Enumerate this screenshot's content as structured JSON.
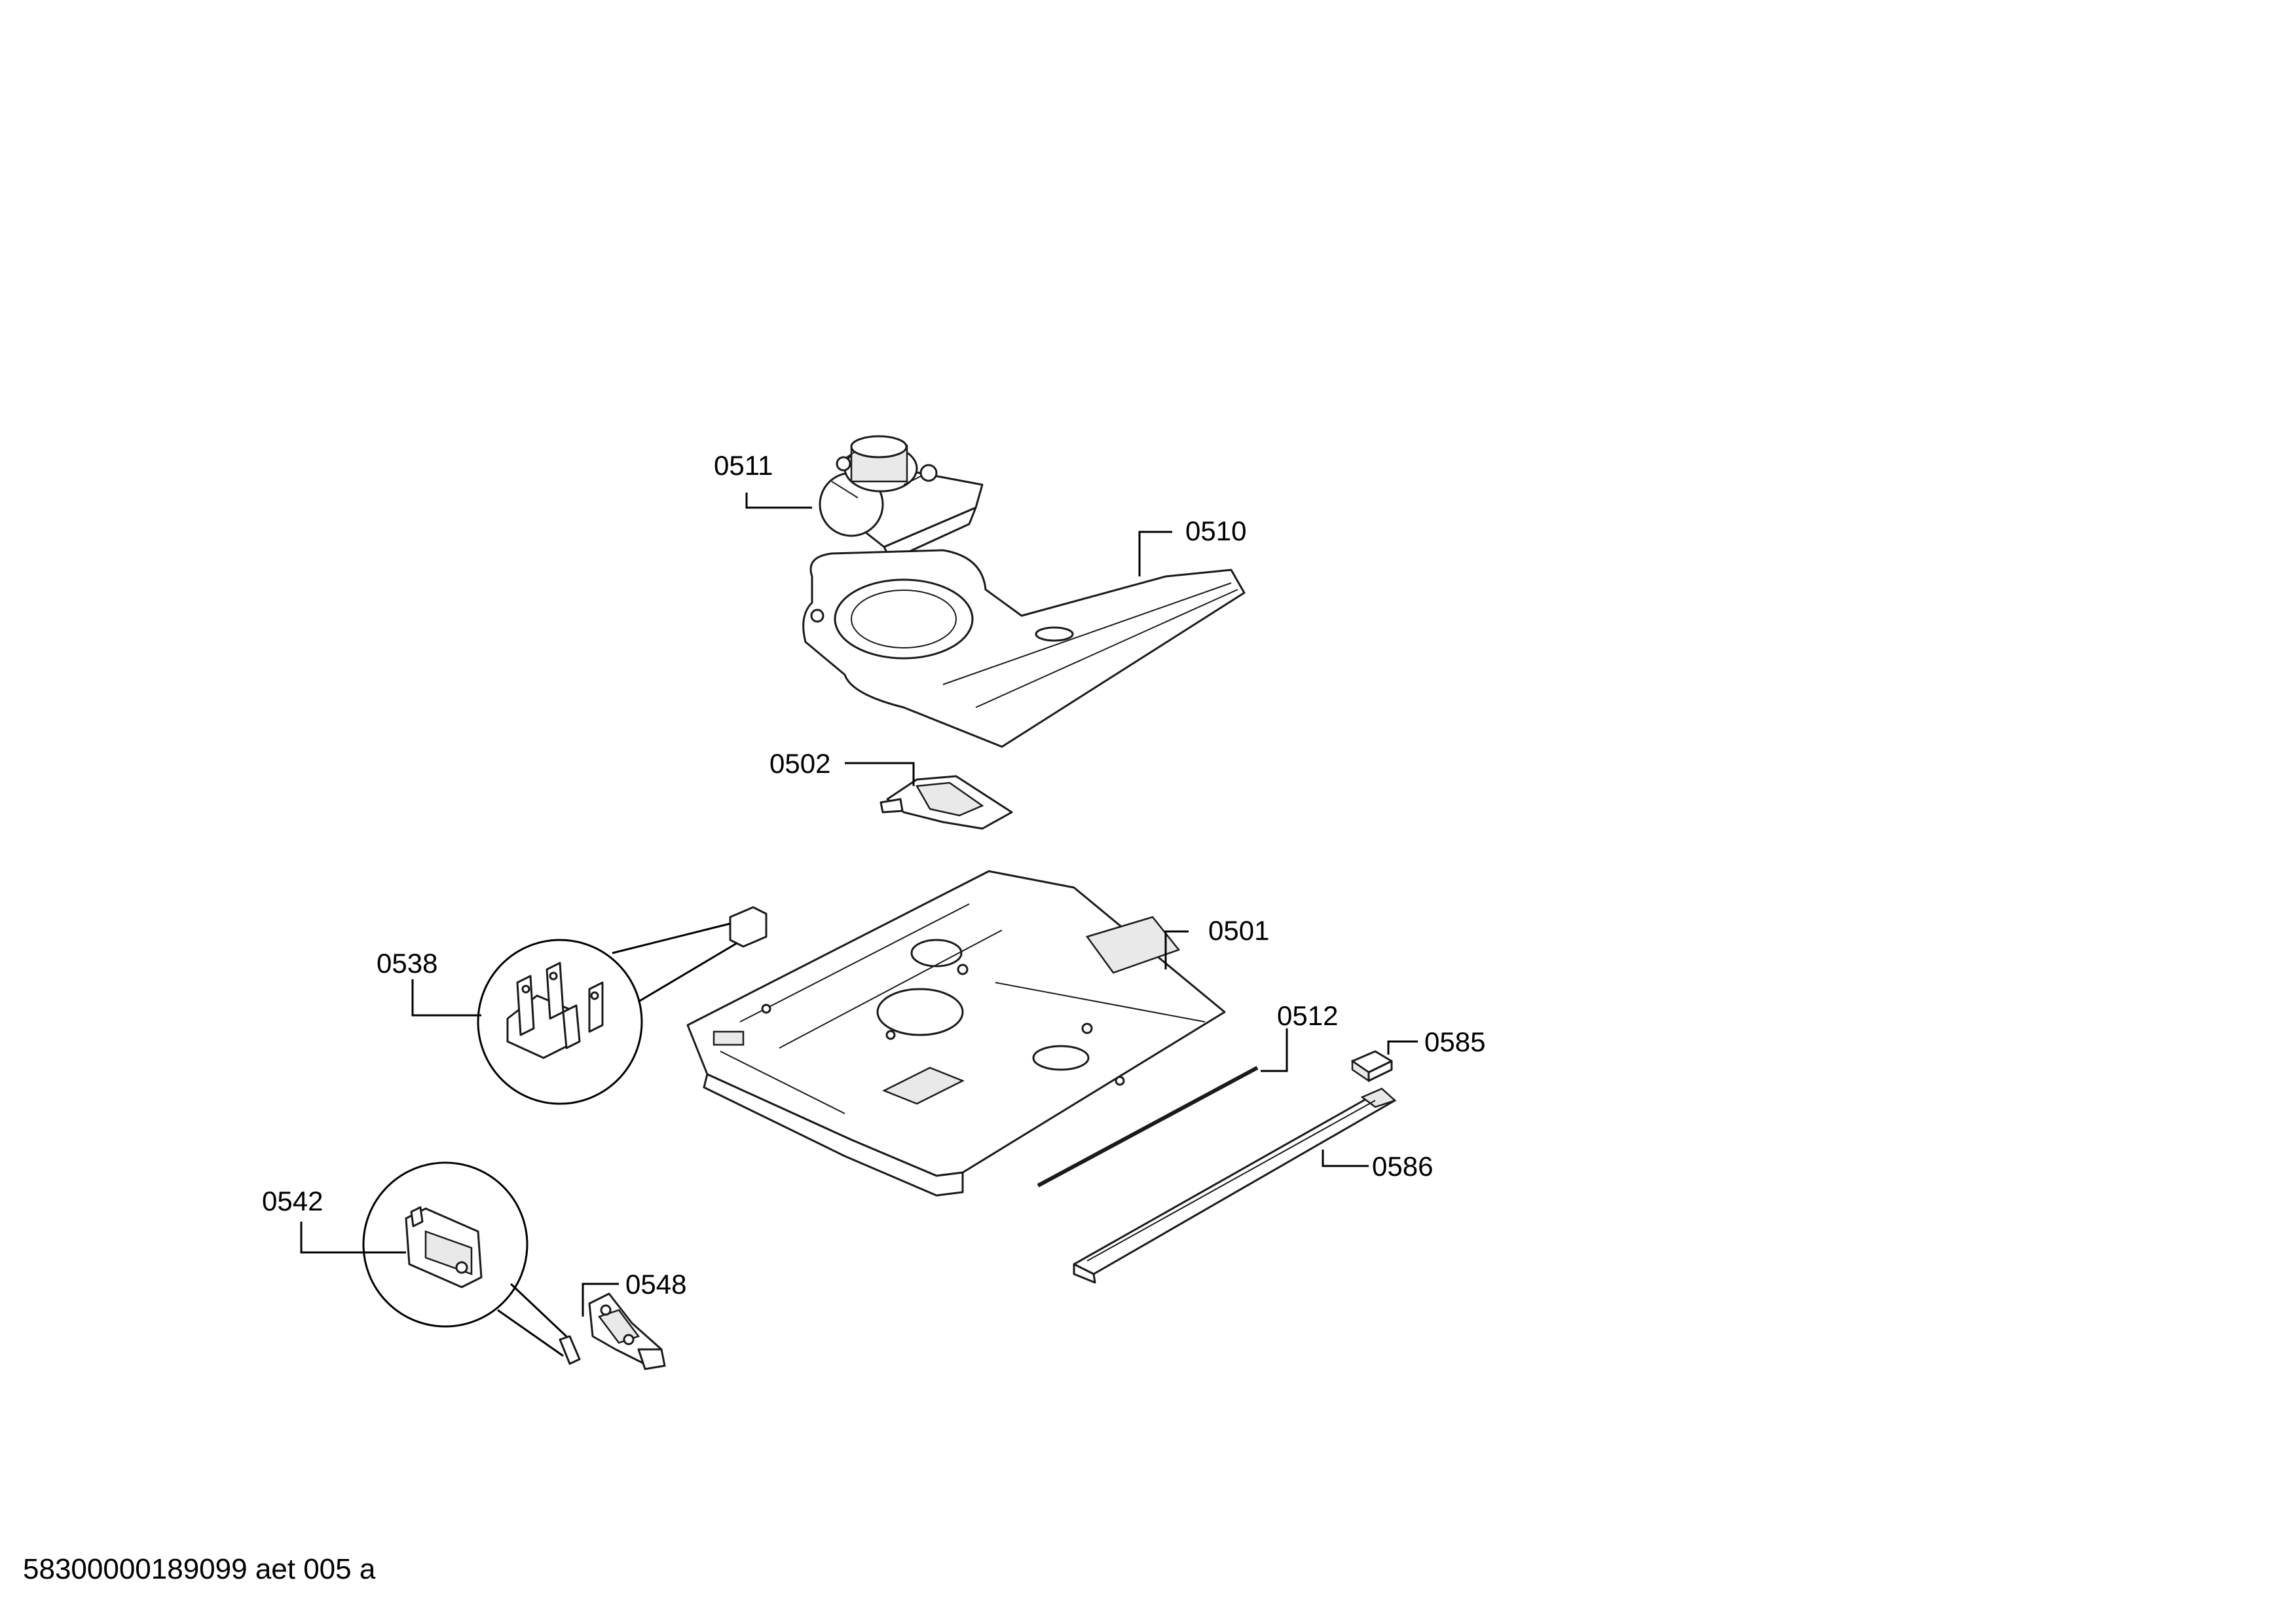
{
  "diagram": {
    "labels": {
      "p0511": "0511",
      "p0510": "0510",
      "p0502": "0502",
      "p0501": "0501",
      "p0538": "0538",
      "p0512": "0512",
      "p0585": "0585",
      "p0586": "0586",
      "p0542": "0542",
      "p0548": "0548"
    },
    "footer_code": "58300000189099 aet 005 a",
    "colors": {
      "line": "#1a1a1a",
      "background": "#ffffff"
    }
  }
}
